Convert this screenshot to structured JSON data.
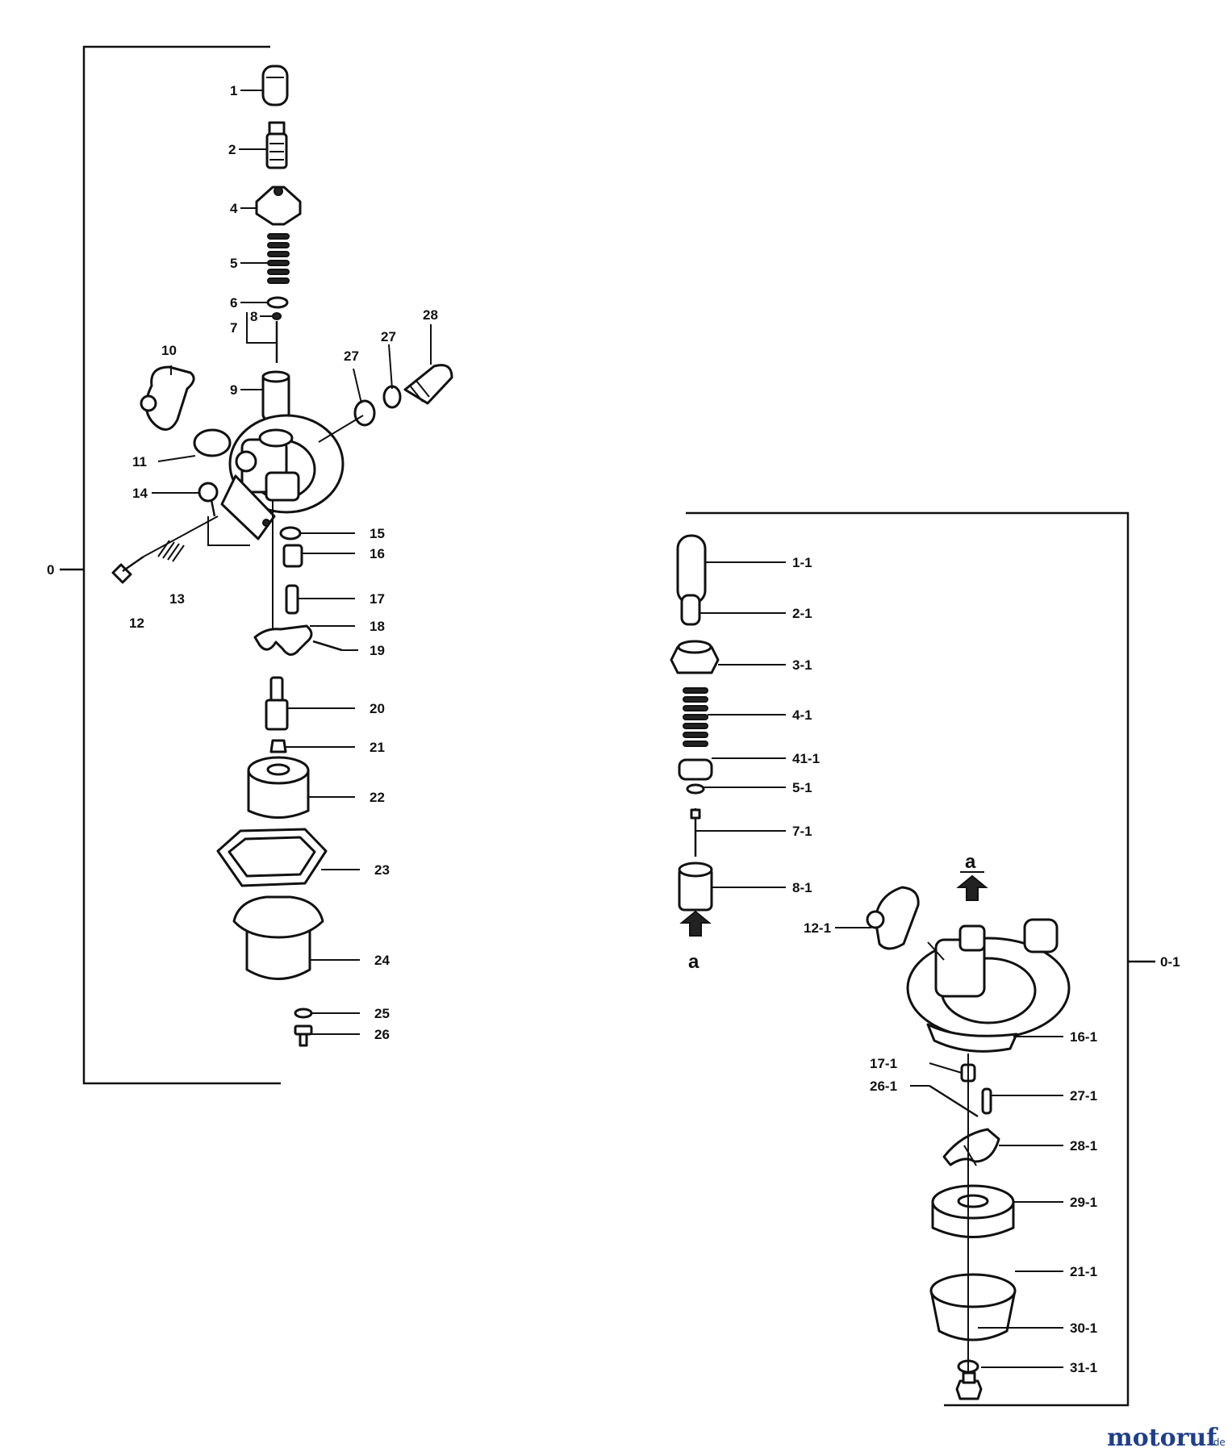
{
  "watermark": {
    "brand": "motoruf",
    "suffix": ".de",
    "color": "#1f3f8a"
  },
  "assembly_left": {
    "group_label": "0",
    "labels": [
      "1",
      "2",
      "4",
      "5",
      "6",
      "8",
      "7",
      "9",
      "10",
      "27",
      "27",
      "28",
      "11",
      "14",
      "15",
      "16",
      "13",
      "12",
      "17",
      "18",
      "19",
      "20",
      "21",
      "22",
      "23",
      "24",
      "25",
      "26"
    ]
  },
  "assembly_right": {
    "group_label": "0-1",
    "labels": [
      "1-1",
      "2-1",
      "3-1",
      "4-1",
      "41-1",
      "5-1",
      "7-1",
      "8-1",
      "12-1",
      "16-1",
      "17-1",
      "26-1",
      "27-1",
      "28-1",
      "29-1",
      "21-1",
      "30-1",
      "31-1"
    ],
    "arrow_letter": "a"
  }
}
